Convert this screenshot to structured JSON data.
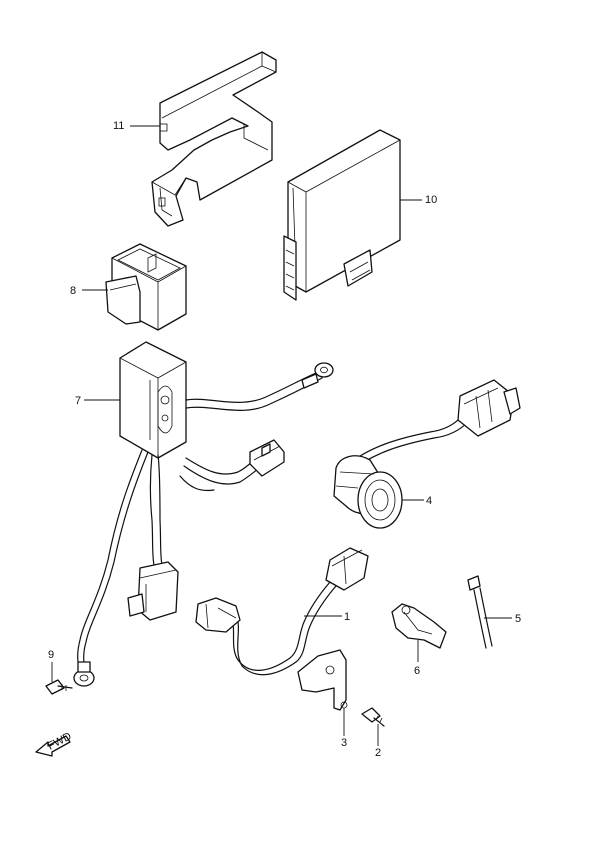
{
  "callouts": {
    "c1": "1",
    "c2": "2",
    "c3": "3",
    "c4": "4",
    "c5": "5",
    "c6": "6",
    "c7": "7",
    "c8": "8",
    "c9": "9",
    "c10": "10",
    "c11": "11"
  },
  "fwd_marker": "FWD"
}
